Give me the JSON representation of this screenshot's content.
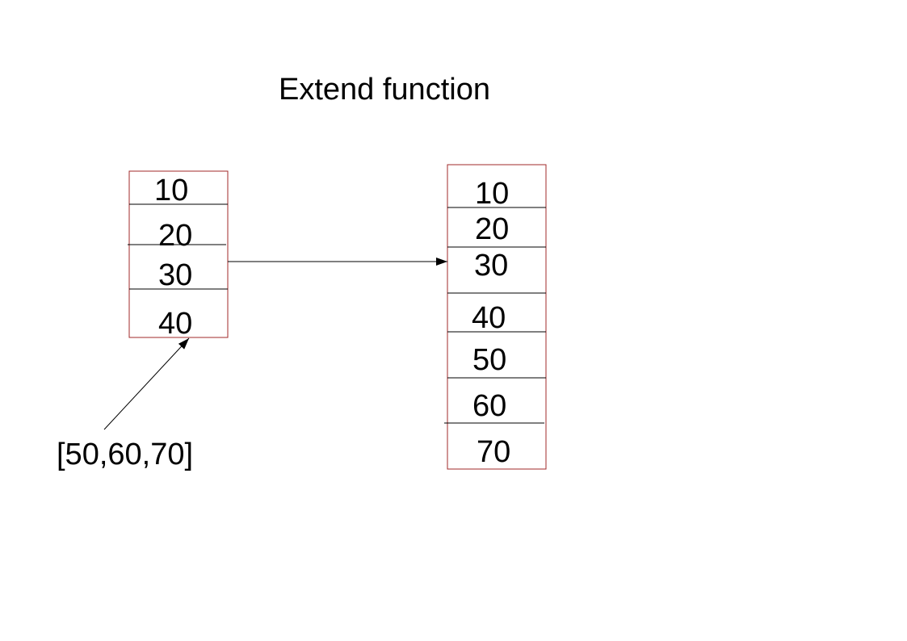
{
  "title": "Extend function",
  "original_list": [
    "10",
    "20",
    "30",
    "40"
  ],
  "extension_list": "[50,60,70]",
  "result_list": [
    "10",
    "20",
    "30",
    "40",
    "50",
    "60",
    "70"
  ],
  "colors": {
    "box_border": "#a0282a",
    "divider": "#000000",
    "text": "#000000",
    "arrow": "#000000"
  }
}
